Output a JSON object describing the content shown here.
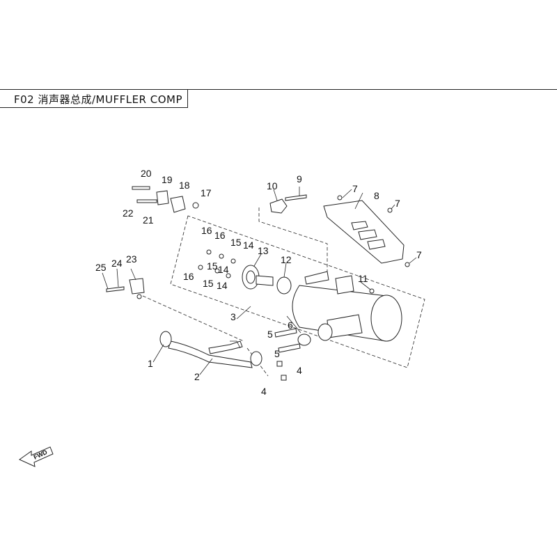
{
  "header": {
    "title": "F02 消声器总成/MUFFLER COMP"
  },
  "direction_tag": {
    "label": "FWD"
  },
  "callouts": [
    {
      "id": "c1",
      "label": "1"
    },
    {
      "id": "c2",
      "label": "2"
    },
    {
      "id": "c3",
      "label": "3"
    },
    {
      "id": "c4a",
      "label": "4"
    },
    {
      "id": "c4b",
      "label": "4"
    },
    {
      "id": "c5a",
      "label": "5"
    },
    {
      "id": "c5b",
      "label": "5"
    },
    {
      "id": "c6",
      "label": "6"
    },
    {
      "id": "c7a",
      "label": "7"
    },
    {
      "id": "c7b",
      "label": "7"
    },
    {
      "id": "c7c",
      "label": "7"
    },
    {
      "id": "c8",
      "label": "8"
    },
    {
      "id": "c9",
      "label": "9"
    },
    {
      "id": "c10",
      "label": "10"
    },
    {
      "id": "c11",
      "label": "11"
    },
    {
      "id": "c12",
      "label": "12"
    },
    {
      "id": "c13",
      "label": "13"
    },
    {
      "id": "c14a",
      "label": "14"
    },
    {
      "id": "c14b",
      "label": "14"
    },
    {
      "id": "c14c",
      "label": "14"
    },
    {
      "id": "c15a",
      "label": "15"
    },
    {
      "id": "c15b",
      "label": "15"
    },
    {
      "id": "c15c",
      "label": "15"
    },
    {
      "id": "c16a",
      "label": "16"
    },
    {
      "id": "c16b",
      "label": "16"
    },
    {
      "id": "c16c",
      "label": "16"
    },
    {
      "id": "c17",
      "label": "17"
    },
    {
      "id": "c18",
      "label": "18"
    },
    {
      "id": "c19",
      "label": "19"
    },
    {
      "id": "c20",
      "label": "20"
    },
    {
      "id": "c21",
      "label": "21"
    },
    {
      "id": "c22",
      "label": "22"
    },
    {
      "id": "c23",
      "label": "23"
    },
    {
      "id": "c24",
      "label": "24"
    },
    {
      "id": "c25",
      "label": "25"
    }
  ]
}
